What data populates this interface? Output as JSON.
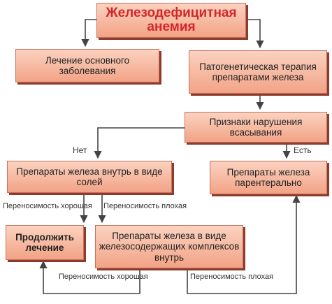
{
  "nodes": {
    "title": "Железодефицитная анемия",
    "treat_underlying": "Лечение основного заболевания",
    "pathogenetic": "Патогенетическая терапия препаратами железа",
    "absorption": "Признаки нарушения всасывания",
    "oral_salts": "Препараты железа внутрь в виде солей",
    "parenteral": "Препараты железа парентерально",
    "continue": "Продолжить лечение",
    "complexes": "Препараты железа в виде железосодержащих комплексов внутрь"
  },
  "edges": {
    "no": "Нет",
    "yes": "Есть",
    "good_1": "Переносимость хорошая",
    "bad_1": "Переносимость плохая",
    "good_2": "Переносимость хорошая",
    "bad_2": "Переносимость плохая"
  }
}
